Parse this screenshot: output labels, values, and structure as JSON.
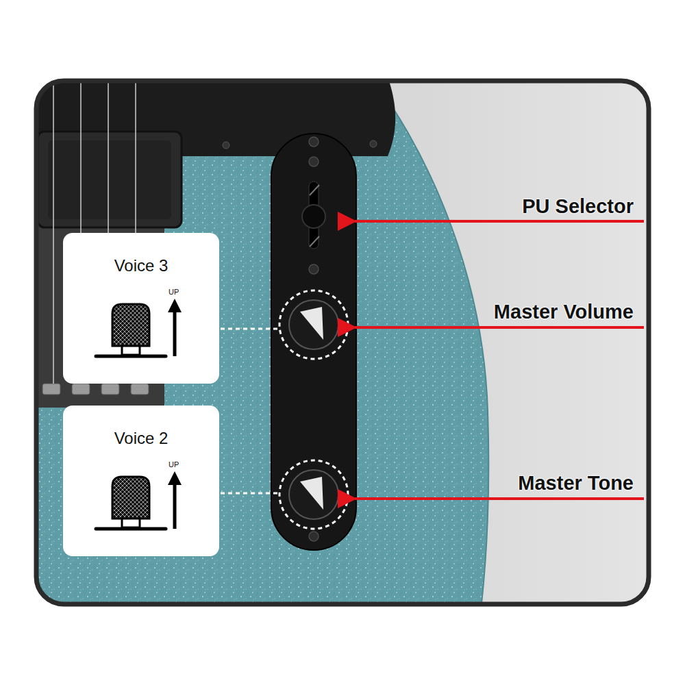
{
  "diagram": {
    "nodes": [
      {
        "text": [
          "Voice 3",
          "UP"
        ]
      },
      {
        "text": [
          "Voice 2",
          "UP"
        ]
      }
    ],
    "labels": [
      "PU Selector",
      "Master Volume",
      "Master Tone"
    ]
  }
}
